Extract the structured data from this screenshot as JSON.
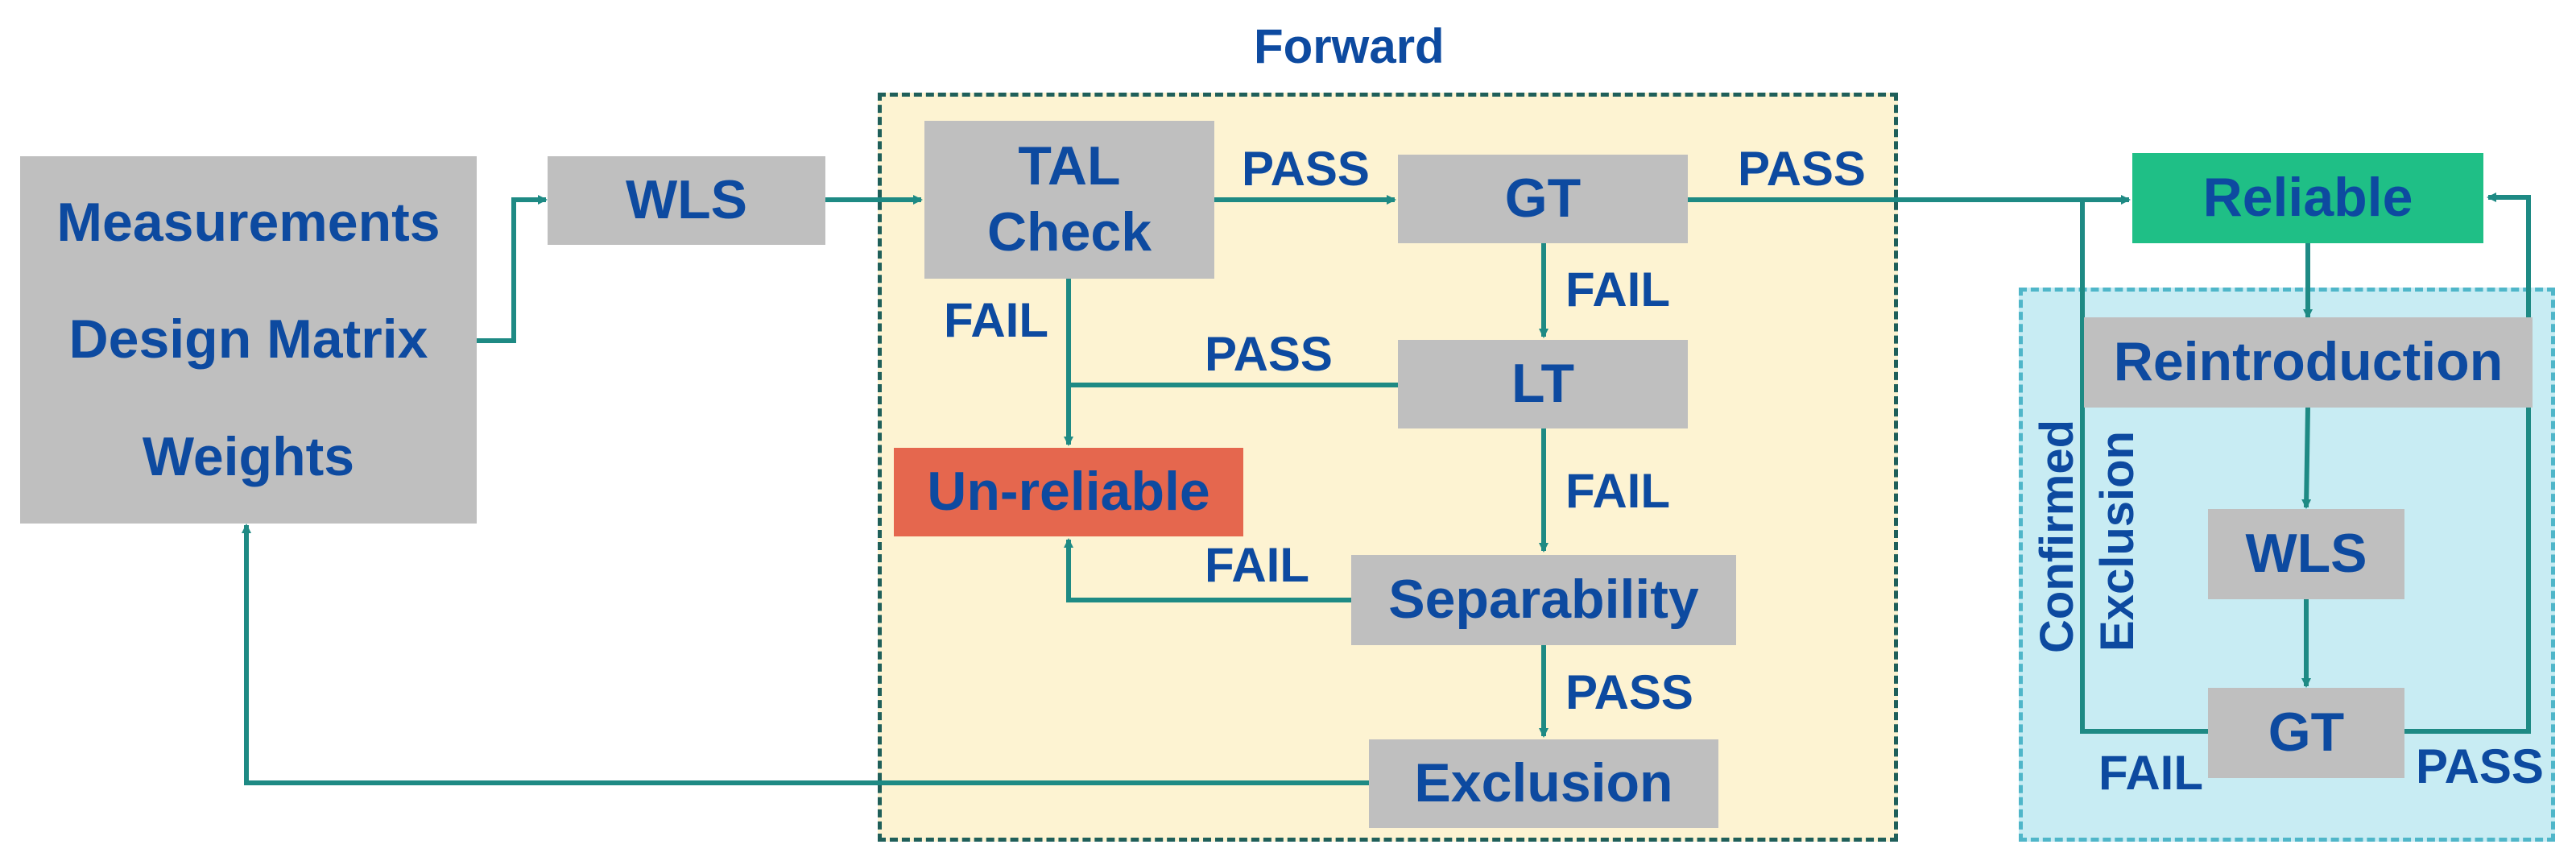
{
  "diagram": {
    "forward_title": "Forward",
    "inputs": {
      "line1": "Measurements",
      "line2": "Design Matrix",
      "line3": "Weights"
    },
    "wls": "WLS",
    "tal_check": {
      "line1": "TAL",
      "line2": "Check"
    },
    "gt": "GT",
    "lt": "LT",
    "unreliable": "Un-reliable",
    "separability": "Separability",
    "exclusion": "Exclusion",
    "reliable": "Reliable",
    "reintroduction": "Reintroduction",
    "back_wls": "WLS",
    "back_gt": "GT",
    "confirmed_exclusion": {
      "line1": "Confirmed",
      "line2": "Exclusion"
    },
    "labels": {
      "pass_tal_gt": "PASS",
      "pass_gt_reliable": "PASS",
      "fail_gt_lt": "FAIL",
      "fail_tal": "FAIL",
      "pass_lt": "PASS",
      "fail_lt_sep": "FAIL",
      "fail_sep": "FAIL",
      "pass_sep_excl": "PASS",
      "fail_back_gt": "FAIL",
      "pass_back_gt": "PASS"
    },
    "colors": {
      "text": "#0d4aa0",
      "box": "#bfbfbf",
      "arrow": "#1e8a84",
      "reliable": "#1fbf86",
      "unreliable": "#e5674e",
      "forward_bg": "#fdf3d2",
      "backward_bg": "#c8ecf3"
    }
  }
}
